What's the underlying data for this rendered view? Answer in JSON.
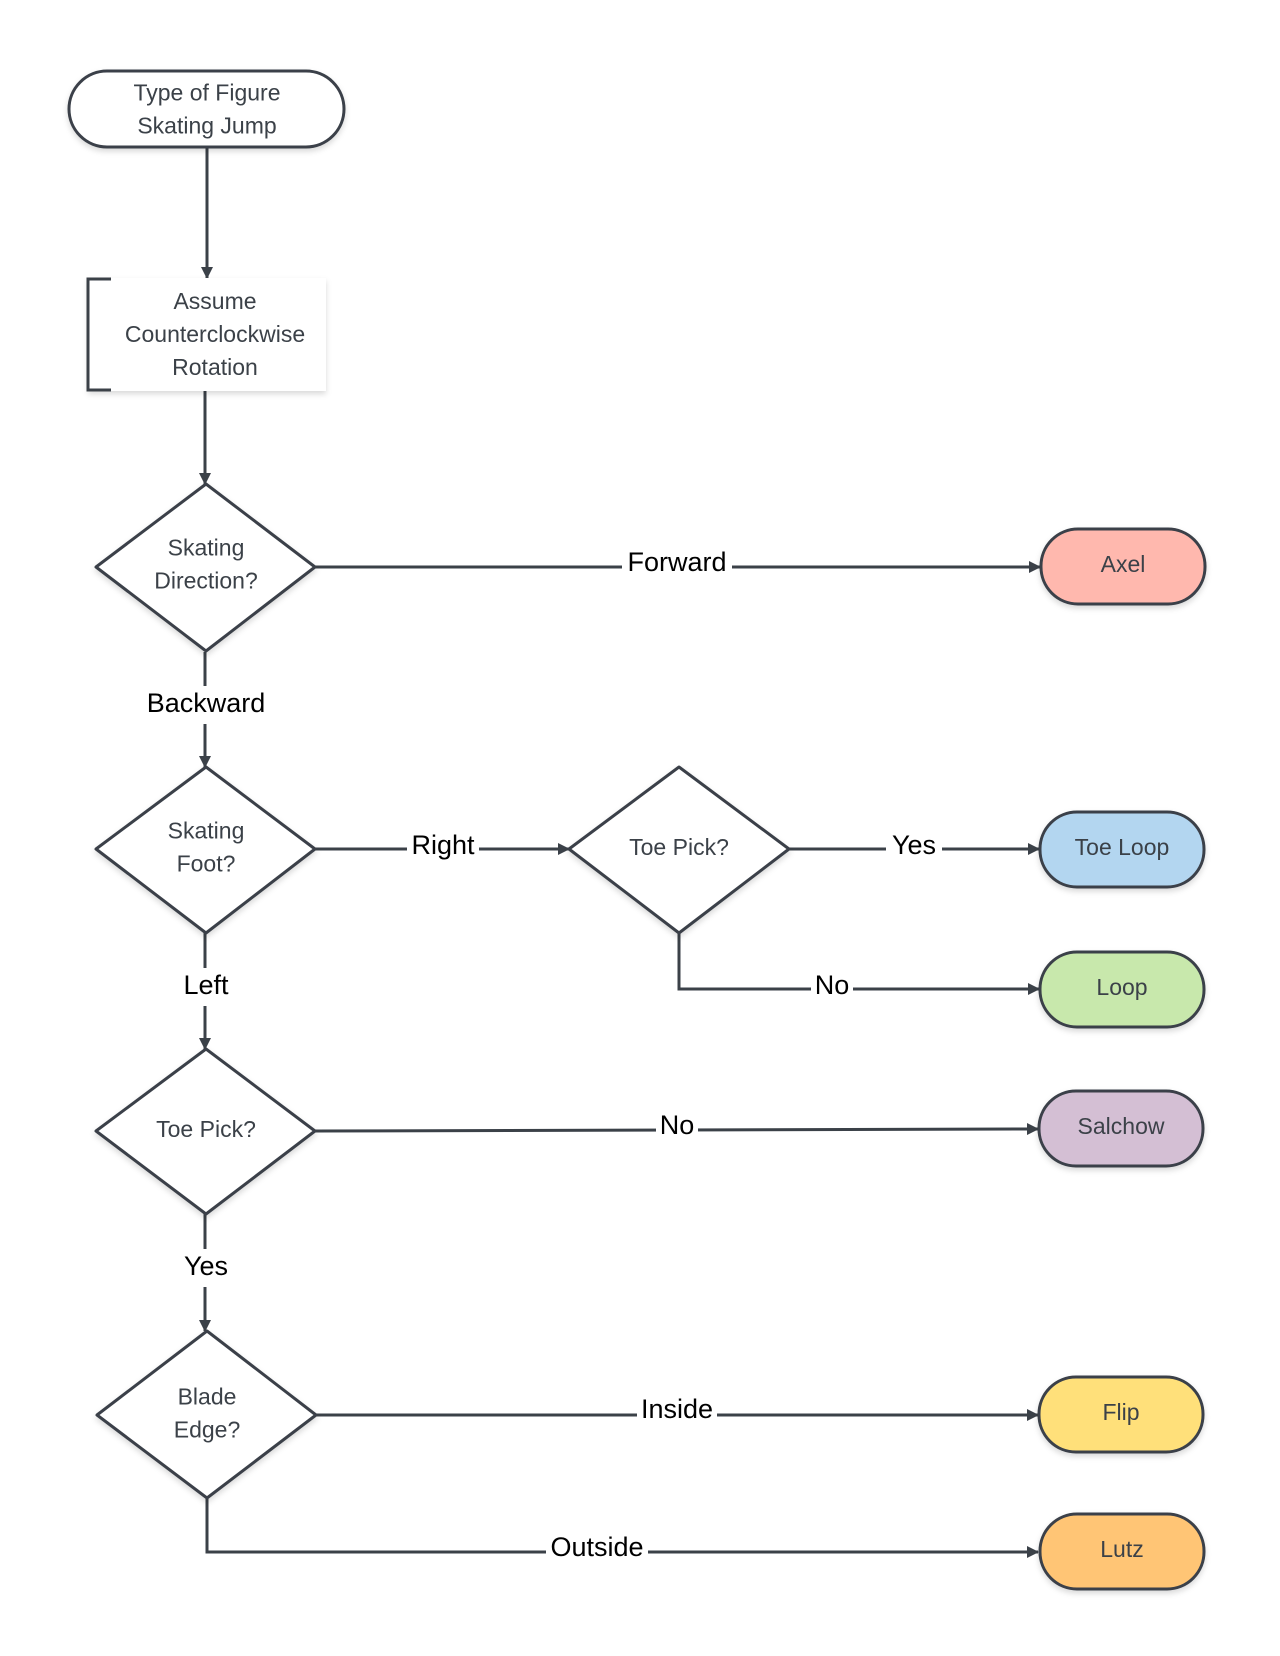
{
  "diagram": {
    "start": "Type of Figure\nSkating Jump",
    "note": "Assume\nCounterclockwise\nRotation",
    "decisions": {
      "direction": "Skating\nDirection?",
      "foot": "Skating\nFoot?",
      "toe_pick_right": "Toe Pick?",
      "toe_pick_left": "Toe Pick?",
      "blade_edge": "Blade\nEdge?"
    },
    "outcomes": [
      {
        "key": "axel",
        "label": "Axel",
        "color": "#ffb8ae"
      },
      {
        "key": "toe_loop",
        "label": "Toe Loop",
        "color": "#b3d6f0"
      },
      {
        "key": "loop",
        "label": "Loop",
        "color": "#c8e8ac"
      },
      {
        "key": "salchow",
        "label": "Salchow",
        "color": "#d4bfd4"
      },
      {
        "key": "flip",
        "label": "Flip",
        "color": "#ffe07a"
      },
      {
        "key": "lutz",
        "label": "Lutz",
        "color": "#ffc574"
      }
    ],
    "edge_labels": {
      "forward": "Forward",
      "backward": "Backward",
      "right": "Right",
      "left": "Left",
      "yes_toe_loop": "Yes",
      "no_loop": "No",
      "no_salchow": "No",
      "yes_blade": "Yes",
      "inside": "Inside",
      "outside": "Outside"
    },
    "colors": {
      "stroke": "#3b4148",
      "text": "#3b4148",
      "label": "#000000",
      "background": "#ffffff"
    }
  }
}
